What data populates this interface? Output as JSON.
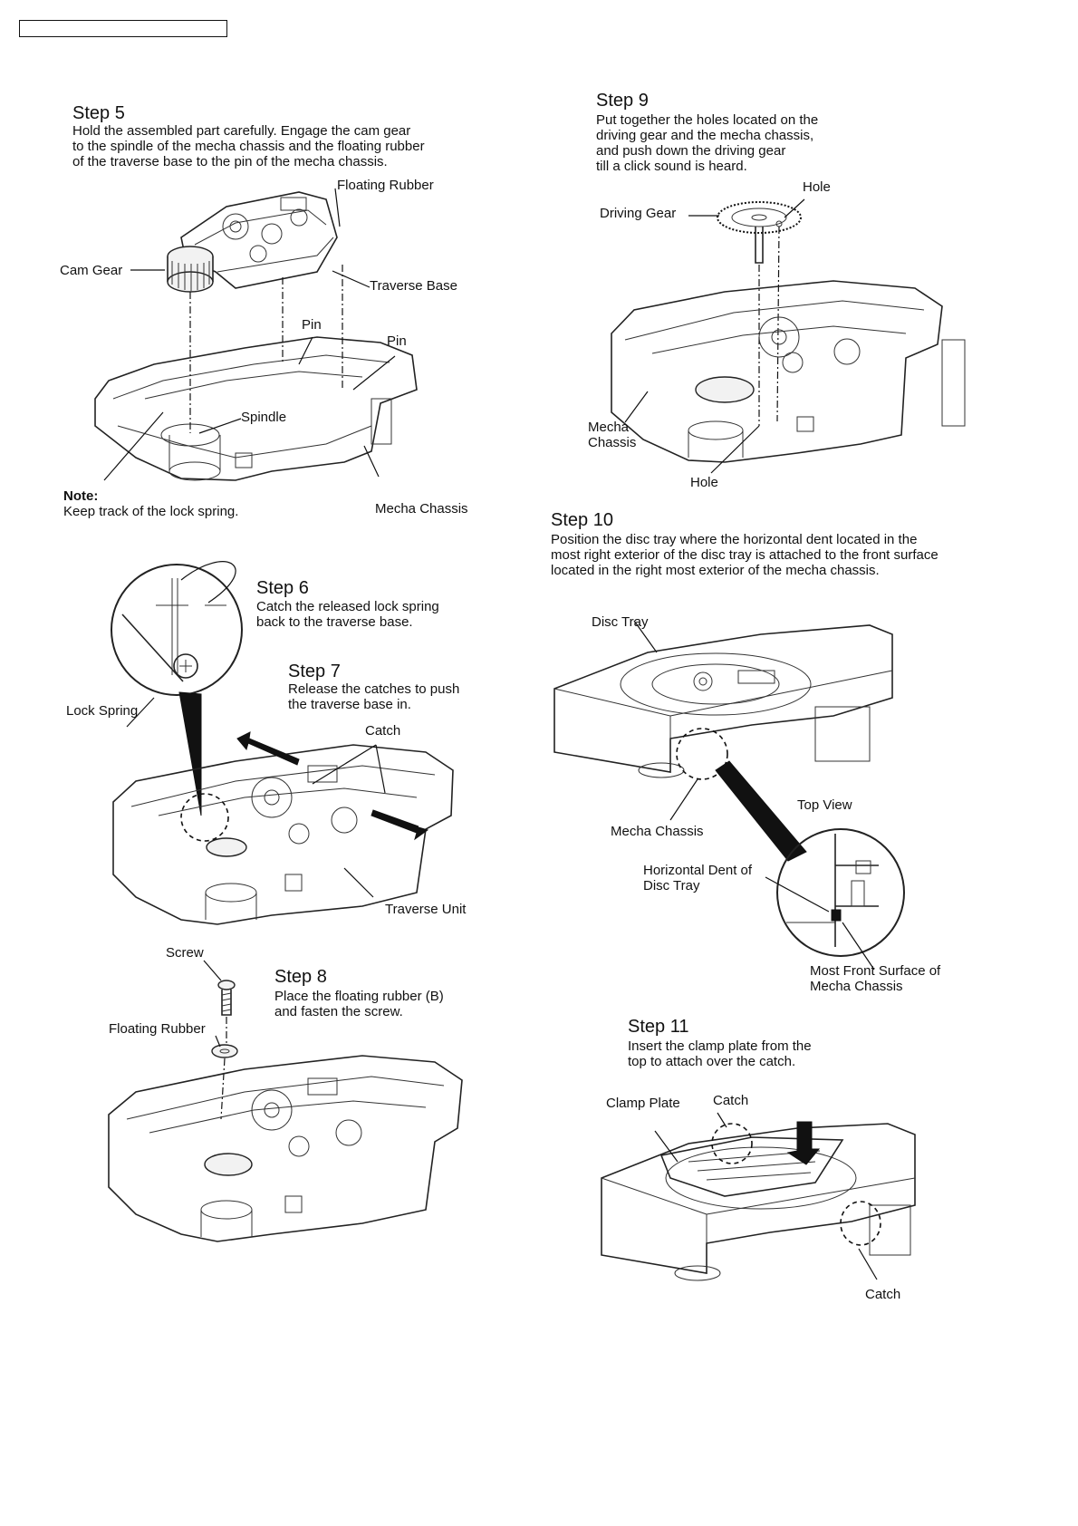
{
  "steps": {
    "s5": {
      "title": "Step 5",
      "text": "Hold the assembled part carefully. Engage the cam gear\nto the spindle of the mecha chassis and the floating rubber\nof the traverse base to the pin of the mecha chassis.",
      "labels": {
        "floating_rubber": "Floating Rubber",
        "cam_gear": "Cam Gear",
        "traverse_base": "Traverse Base",
        "pin1": "Pin",
        "pin2": "Pin",
        "spindle": "Spindle",
        "mecha_chassis": "Mecha Chassis"
      },
      "note_head": "Note:",
      "note_text": "Keep track of the lock spring."
    },
    "s6": {
      "title": "Step 6",
      "text": "Catch the released lock spring\nback to the traverse base.",
      "label_lock_spring": "Lock Spring"
    },
    "s7": {
      "title": "Step 7",
      "text": "Release the catches to push\nthe traverse base in.",
      "labels": {
        "catch": "Catch",
        "traverse_unit": "Traverse Unit"
      }
    },
    "s8": {
      "title": "Step 8",
      "text": "Place the floating rubber (B)\nand fasten the screw.",
      "labels": {
        "screw": "Screw",
        "floating_rubber": "Floating Rubber"
      }
    },
    "s9": {
      "title": "Step 9",
      "text": "Put together the holes located on the\ndriving gear and the mecha chassis,\nand push down the driving gear\ntill a click sound is heard.",
      "labels": {
        "hole_top": "Hole",
        "driving_gear": "Driving Gear",
        "mecha_chassis": "Mecha\nChassis",
        "hole_bottom": "Hole"
      }
    },
    "s10": {
      "title": "Step 10",
      "text": "Position the disc tray where the horizontal dent located in the\nmost right exterior of the disc tray is attached to the front surface\nlocated in the right most exterior of the mecha chassis.",
      "labels": {
        "disc_tray": "Disc Tray",
        "top_view": "Top View",
        "mecha_chassis": "Mecha Chassis",
        "horizontal_dent": "Horizontal Dent of\nDisc Tray",
        "most_front": "Most Front Surface of\nMecha Chassis"
      }
    },
    "s11": {
      "title": "Step 11",
      "text": "Insert the clamp plate from the\ntop to attach over the catch.",
      "labels": {
        "clamp_plate": "Clamp Plate",
        "catch_top": "Catch",
        "catch_bottom": "Catch"
      }
    }
  }
}
